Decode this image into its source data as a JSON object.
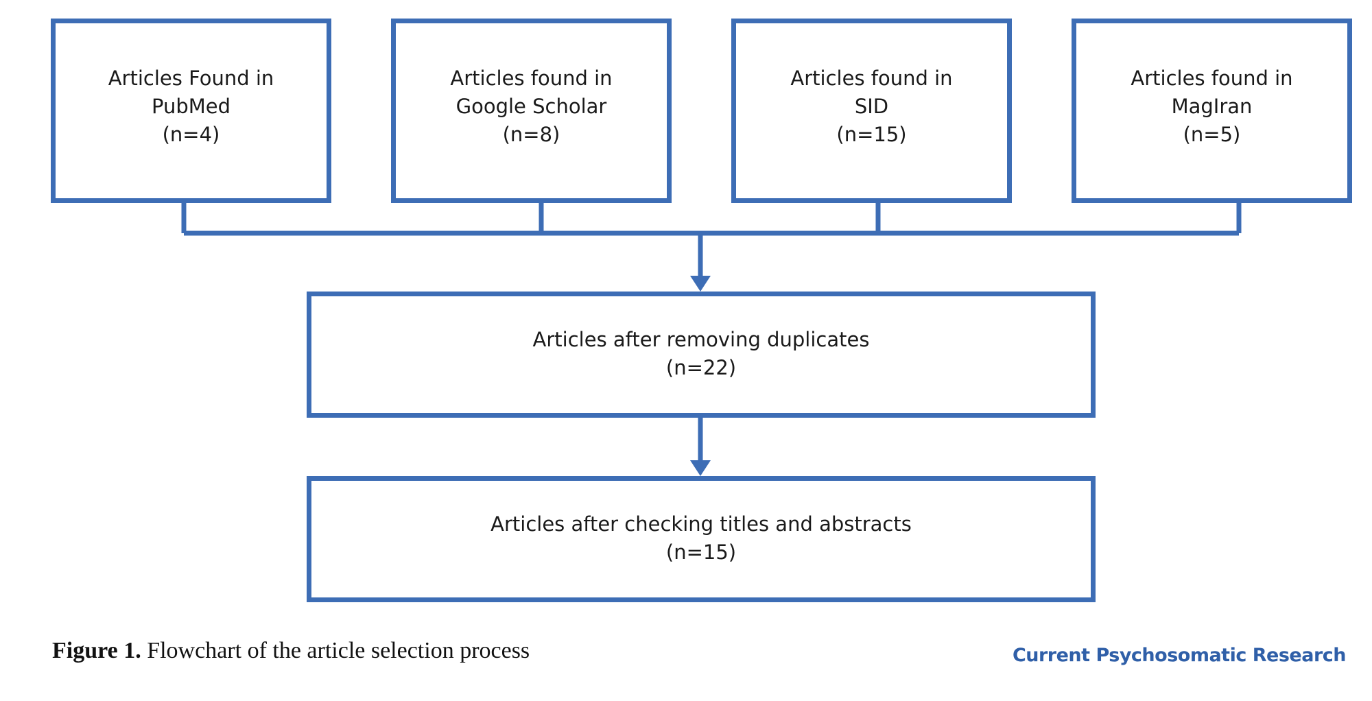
{
  "colors": {
    "accent": "#3d6db5",
    "text": "#1a1a1a",
    "journal": "#2f5fa8"
  },
  "sources": [
    {
      "line1": "Articles Found in",
      "line2": "PubMed",
      "count": "(n=4)"
    },
    {
      "line1": "Articles found in",
      "line2": "Google Scholar",
      "count": "(n=8)"
    },
    {
      "line1": "Articles found in",
      "line2": "SID",
      "count": "(n=15)"
    },
    {
      "line1": "Articles found in",
      "line2": "MagIran",
      "count": "(n=5)"
    }
  ],
  "dedup": {
    "label": "Articles after removing duplicates",
    "count": "(n=22)"
  },
  "screened": {
    "label": "Articles after checking titles and abstracts",
    "count": "(n=15)"
  },
  "caption": {
    "label": "Figure 1.",
    "text": " Flowchart of the article selection process"
  },
  "journal": "Current Psychosomatic Research"
}
